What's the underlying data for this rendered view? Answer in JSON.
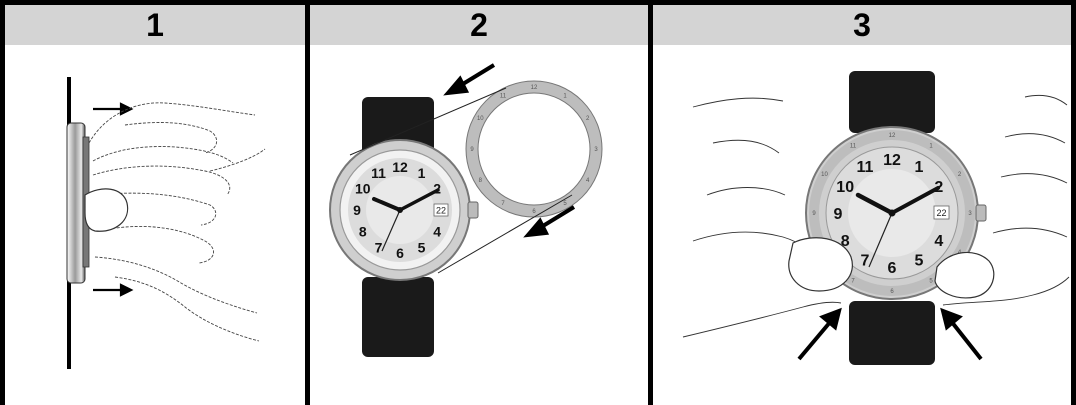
{
  "panels": [
    {
      "number": "1",
      "step": "Step 1: press the watch case edge between thumb and fingers"
    },
    {
      "number": "2",
      "step": "Step 2: detached bezel ring shown next to the watch"
    },
    {
      "number": "3",
      "step": "Step 3: press the bezel onto the case with both thumbs"
    }
  ],
  "watch": {
    "dial_numbers": [
      "12",
      "1",
      "2",
      "4",
      "5",
      "6",
      "7",
      "8",
      "9",
      "10",
      "11"
    ],
    "date": "22",
    "bezel_marks": [
      "12",
      "11",
      "1",
      "10",
      "2",
      "9",
      "3",
      "8",
      "4",
      "7",
      "5",
      "6"
    ]
  },
  "colors": {
    "header_bg": "#d4d4d4",
    "frame": "#000000",
    "strap": "#1a1a1a",
    "dial": "#d9d9d9",
    "case": "#bdbdbd"
  }
}
